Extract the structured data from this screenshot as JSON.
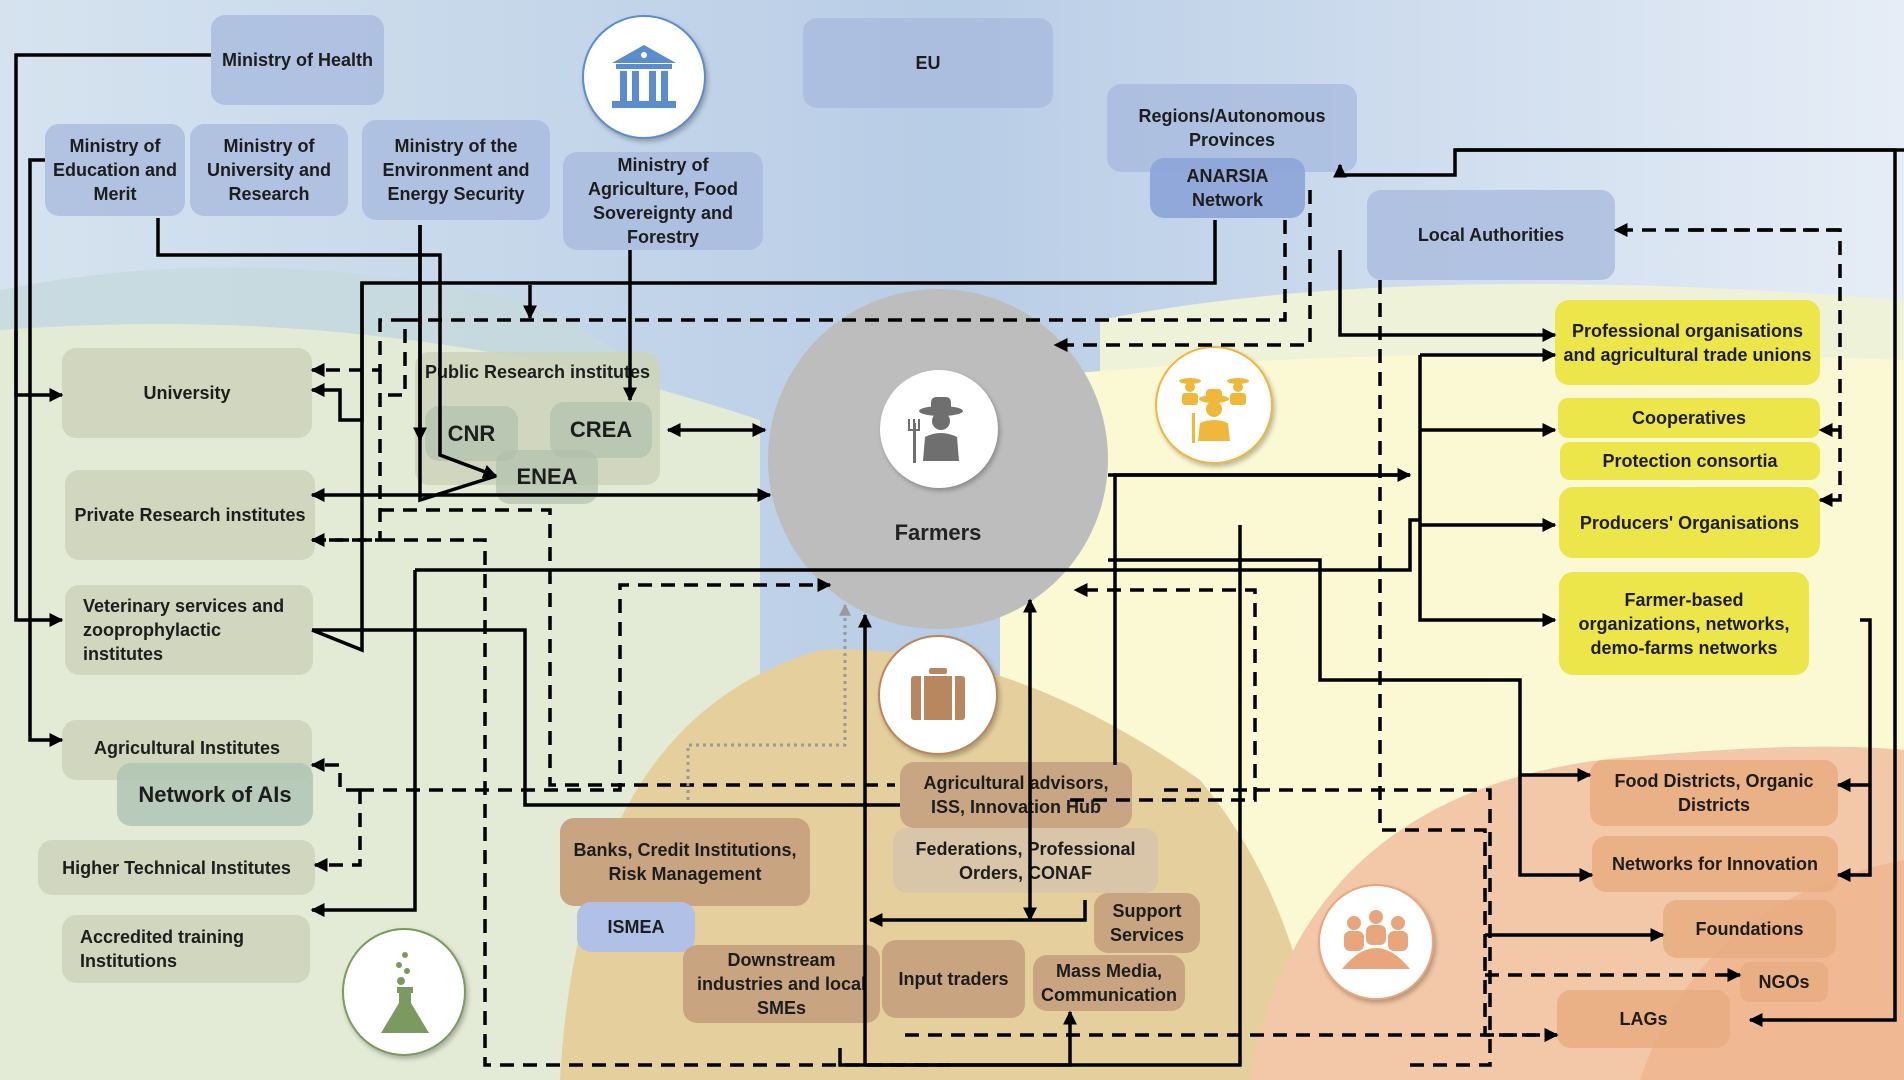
{
  "diagram": {
    "center": {
      "label": "Farmers",
      "icon": "farmer-icon"
    },
    "icons": [
      {
        "name": "government-building-icon",
        "color": "#5b8ccc"
      },
      {
        "name": "farmers-group-icon",
        "color": "#f0b83a"
      },
      {
        "name": "briefcase-icon",
        "color": "#b8875f"
      },
      {
        "name": "flask-icon",
        "color": "#7a9a60"
      },
      {
        "name": "people-meeting-icon",
        "color": "#e9a67c"
      }
    ],
    "government": {
      "ministry_health": "Ministry of Health",
      "ministry_education": "Ministry of Education and Merit",
      "ministry_university": "Ministry of University and Research",
      "ministry_environment": "Ministry of the Environment and Energy Security",
      "ministry_agriculture": "Ministry of Agriculture, Food Sovereignty and Forestry",
      "eu": "EU",
      "regions": "Regions/Autonomous Provinces",
      "anarsia": "ANARSIA Network",
      "local_authorities": "Local Authorities"
    },
    "research_education": {
      "university": "University",
      "public_research": "Public Research institutes",
      "cnr": "CNR",
      "crea": "CREA",
      "enea": "ENEA",
      "private_research": "Private Research institutes",
      "veterinary": "Veterinary services and zooprophylactic institutes",
      "agricultural_institutes": "Agricultural Institutes",
      "network_ais": "Network of AIs",
      "higher_technical": "Higher Technical Institutes",
      "accredited_training": "Accredited training Institutions"
    },
    "farmer_organisations": {
      "professional": "Professional organisations and agricultural trade unions",
      "cooperatives": "Cooperatives",
      "protection_consortia": "Protection consortia",
      "producers": "Producers' Organisations",
      "farmer_based": "Farmer-based organizations, networks, demo-farms networks"
    },
    "services_market": {
      "advisors": "Agricultural advisors, ISS, Innovation Hub",
      "federations": "Federations, Professional Orders, CONAF",
      "banks": "Banks, Credit Institutions, Risk Management",
      "ismea": "ISMEA",
      "support_services": "Support Services",
      "downstream": "Downstream industries and local SMEs",
      "input_traders": "Input traders",
      "mass_media": "Mass Media, Communication"
    },
    "territorial": {
      "food_districts": "Food Districts, Organic Districts",
      "networks_innovation": "Networks for Innovation",
      "foundations": "Foundations",
      "ngos": "NGOs",
      "lags": "LAGs"
    },
    "legend_styles": {
      "solid": "solid arrow",
      "dashed": "dashed arrow",
      "dotted": "dotted grey arrow"
    }
  }
}
